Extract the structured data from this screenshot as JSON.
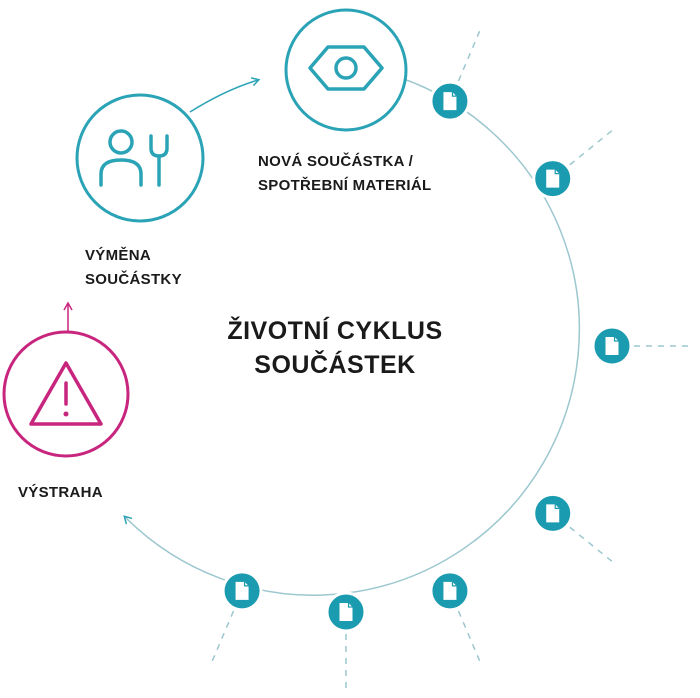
{
  "colors": {
    "teal": "#1a9bb0",
    "teal_ring": "#2ba3b6",
    "cycle_line": "#9cc7cf",
    "magenta": "#c8257e",
    "text": "#1a1a1a"
  },
  "title": {
    "line1": "ŽIVOTNÍ CYKLUS",
    "line2": "SOUČÁSTEK"
  },
  "stages": {
    "new_part": {
      "line1": "NOVÁ SOUČÁSTKA /",
      "line2": "SPOTŘEBNÍ MATERIÁL",
      "icon": "hex-nut-icon"
    },
    "replacement": {
      "line1": "VÝMĚNA",
      "line2": "SOUČÁSTKY",
      "icon": "person-wrench-icon"
    },
    "warning": {
      "line1": "VÝSTRAHA",
      "icon": "warning-triangle-icon"
    }
  },
  "document_nodes": {
    "count": 7,
    "icon": "document-icon"
  }
}
